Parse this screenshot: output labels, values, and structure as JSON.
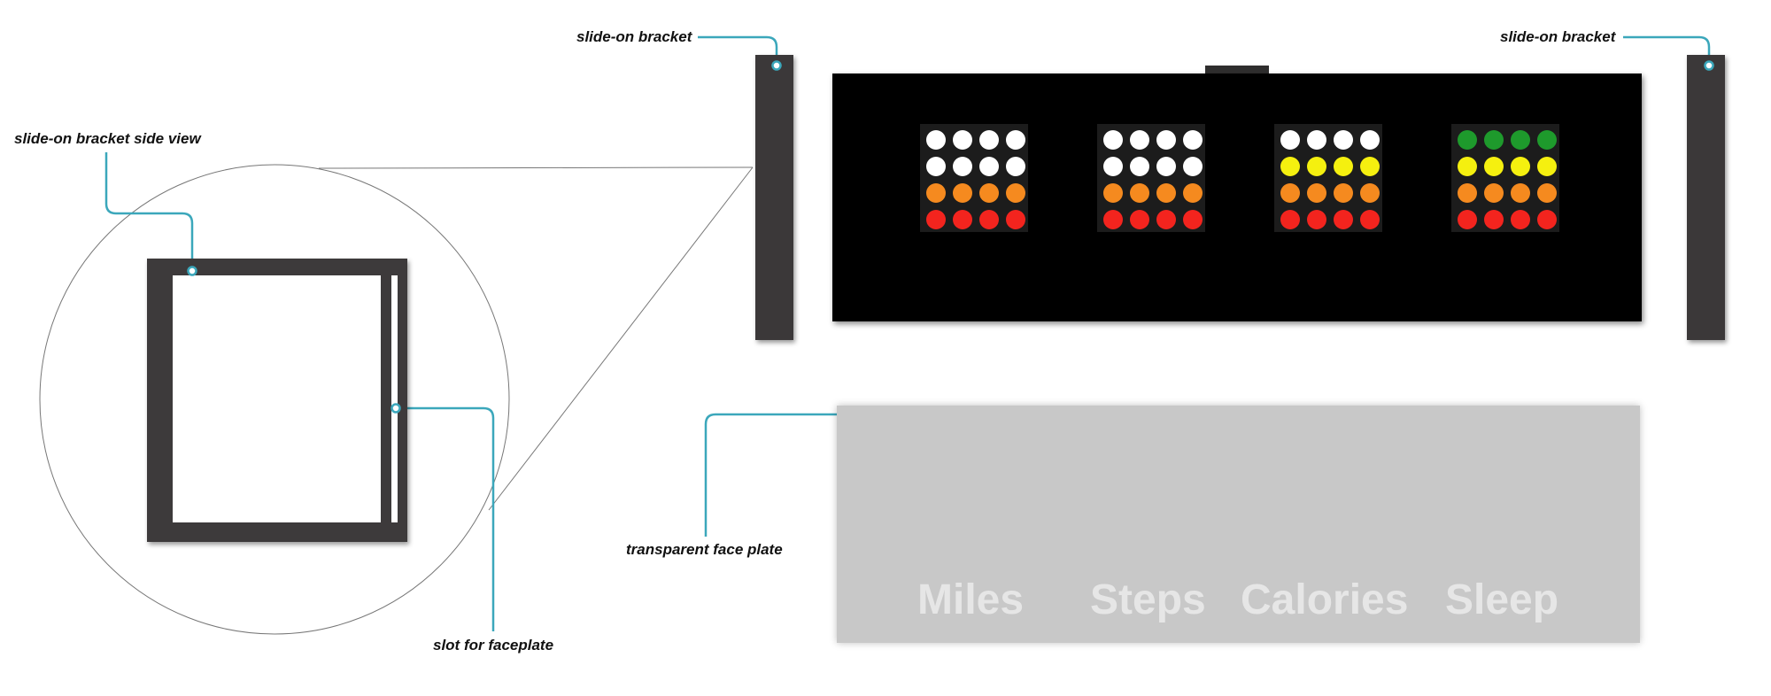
{
  "labels": {
    "bracket_side_view": "slide-on bracket side view",
    "bracket_left": "slide-on bracket",
    "bracket_right": "slide-on bracket",
    "face_plate": "transparent face plate",
    "slot": "slot for faceplate"
  },
  "faceplate_words": [
    "Miles",
    "Steps",
    "Calories",
    "Sleep"
  ],
  "colors": {
    "callout": "#3ba7bb",
    "white": "#ffffff",
    "green": "#1e9a2c",
    "yellow": "#f5f00f",
    "orange": "#f58a1f",
    "red": "#f3241e"
  },
  "led_grids": [
    [
      "white",
      "white",
      "orange",
      "red"
    ],
    [
      "white",
      "white",
      "orange",
      "red"
    ],
    [
      "white",
      "yellow",
      "orange",
      "red"
    ],
    [
      "green",
      "yellow",
      "orange",
      "red"
    ]
  ]
}
